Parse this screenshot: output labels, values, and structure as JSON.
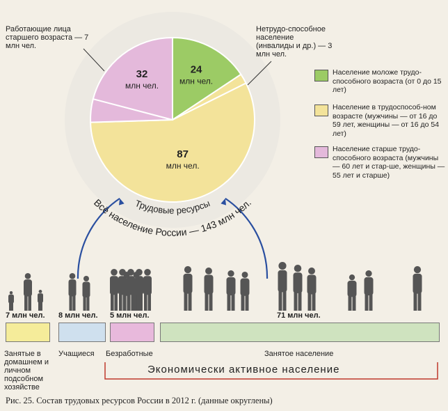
{
  "chart_data": {
    "type": "pie",
    "slices": [
      {
        "key": "young",
        "value": 24,
        "num_label": "24",
        "unit_label": "млн чел.",
        "color": "#9ccb65"
      },
      {
        "key": "disabled",
        "value": 3,
        "color": "#f3e39a"
      },
      {
        "key": "working_age",
        "value": 87,
        "num_label": "87",
        "unit_label": "млн чел.",
        "color": "#f3e39a"
      },
      {
        "key": "elder_workers",
        "value": 7,
        "color": "#e4b9db"
      },
      {
        "key": "elder",
        "value": 32,
        "num_label": "32",
        "unit_label": "млн чел.",
        "color": "#e4b9db"
      }
    ],
    "callouts": {
      "elder_workers": "Работающие лица старшего возраста — 7 млн чел.",
      "disabled": "Нетрудо-способное население (инвалиды и др.) — 3 млн чел."
    },
    "labor_resources_label": "Трудовые ресурсы",
    "total_label": "Всё население России — 143 млн чел.",
    "legend": [
      {
        "text": "Население моложе трудо-способного возраста (от 0 до 15 лет)",
        "color": "#9ccb65"
      },
      {
        "text": "Население в трудоспособ-ном возрасте (мужчины — от 16 до 59 лет, женщины — от 16 до 54 лет)",
        "color": "#f3e39a"
      },
      {
        "text": "Население старше трудо-способного возраста (мужчины — 60 лет и стар-ше, женщины — 55 лет и старше)",
        "color": "#e4b9db"
      }
    ]
  },
  "groups": [
    {
      "count": "7 млн чел.",
      "label": "Занятые в домашнем и личном подсобном хозяйстве",
      "color": "#f5ec9a",
      "value": 7
    },
    {
      "count": "8 млн чел.",
      "label": "Учащиеся",
      "color": "#cfe0ee",
      "value": 8
    },
    {
      "count": "5 млн чел.",
      "label": "Безработные",
      "color": "#e8b9dc",
      "value": 5
    },
    {
      "count": "71 млн чел.",
      "label": "Занятое население",
      "color": "#cfe3bf",
      "value": 71
    }
  ],
  "economically_active_label": "Экономически активное население",
  "caption": "Рис. 25. Состав трудовых ресурсов России в 2012 г. (данные округлены)",
  "colors": {
    "arrow": "#2a4fa0",
    "bracket": "#c0392b",
    "figures": "#555555"
  }
}
